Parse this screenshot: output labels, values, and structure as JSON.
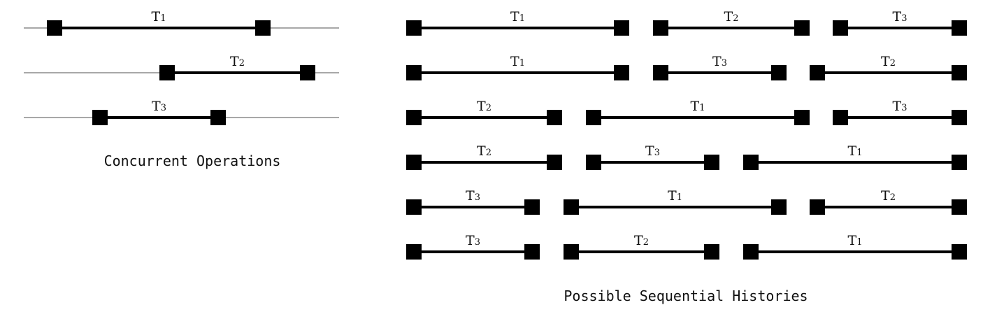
{
  "concurrent": {
    "caption": "Concurrent Operations",
    "operations": [
      {
        "name": "T",
        "index": "1"
      },
      {
        "name": "T",
        "index": "2"
      },
      {
        "name": "T",
        "index": "3"
      }
    ]
  },
  "sequential": {
    "caption": "Possible Sequential Histories",
    "histories": [
      [
        "1",
        "2",
        "3"
      ],
      [
        "1",
        "3",
        "2"
      ],
      [
        "2",
        "1",
        "3"
      ],
      [
        "2",
        "3",
        "1"
      ],
      [
        "3",
        "1",
        "2"
      ],
      [
        "3",
        "2",
        "1"
      ]
    ],
    "op_name": "T"
  },
  "colors": {
    "bar": "#000000",
    "axis": "#a8a8a8",
    "text": "#111111"
  }
}
